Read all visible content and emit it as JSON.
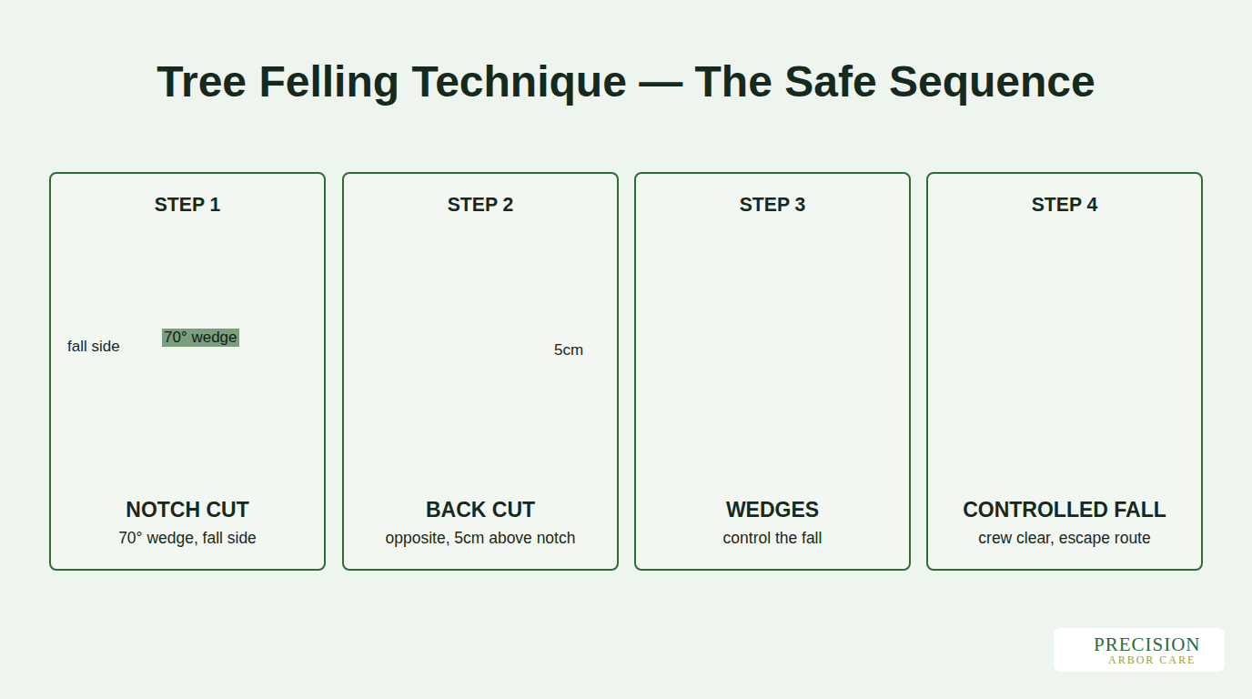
{
  "diagram": {
    "title": "Tree Felling Technique — The Safe Sequence",
    "nodes": [
      {
        "text": [
          "STEP 1",
          "NOTCH CUT",
          "70° wedge, fall side"
        ]
      },
      {
        "text": [
          "STEP 2",
          "BACK CUT",
          "opposite, 5cm above notch"
        ]
      },
      {
        "text": [
          "STEP 3",
          "WEDGES",
          "control the fall"
        ]
      },
      {
        "text": [
          "STEP 4",
          "CONTROLLED FALL",
          "crew clear, escape route"
        ]
      },
      {
        "text": [
          "PRECISION",
          "ARBOR CARE"
        ]
      }
    ],
    "labels": [
      "fall side",
      "70° wedge",
      "5cm"
    ]
  }
}
